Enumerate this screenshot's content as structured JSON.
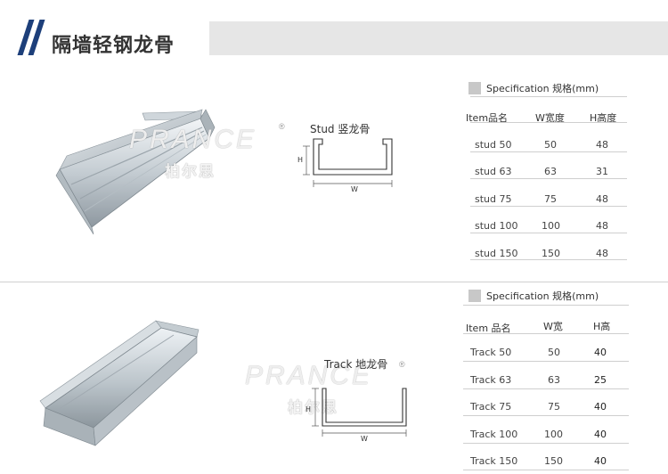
{
  "header": {
    "title": "隔墙轻钢龙骨"
  },
  "watermark": {
    "brand": "PRANCE",
    "brand_cn": "柏尔思",
    "registered": "®"
  },
  "stud_section": {
    "diagram_title": "Stud 竖龙骨",
    "h_label": "H",
    "w_label": "W",
    "spec_title": "Specification 规格(mm)",
    "columns": [
      "Item品名",
      "W宽度",
      "H高度"
    ],
    "rows": [
      {
        "item": "stud 50",
        "w": "50",
        "h": "48"
      },
      {
        "item": "stud 63",
        "w": "63",
        "h": "31"
      },
      {
        "item": "stud 75",
        "w": "75",
        "h": "48"
      },
      {
        "item": "stud 100",
        "w": "100",
        "h": "48"
      },
      {
        "item": "stud 150",
        "w": "150",
        "h": "48"
      }
    ]
  },
  "track_section": {
    "diagram_title": "Track 地龙骨",
    "h_label": "H",
    "w_label": "W",
    "spec_title": "Specification 规格(mm)",
    "columns": [
      "Item 品名",
      "W宽",
      "H高"
    ],
    "rows": [
      {
        "item": "Track  50",
        "w": "50",
        "h": "40"
      },
      {
        "item": "Track  63",
        "w": "63",
        "h": "25"
      },
      {
        "item": "Track 75",
        "w": "75",
        "h": "40"
      },
      {
        "item": "Track 100",
        "w": "100",
        "h": "40"
      },
      {
        "item": "Track 150",
        "w": "150",
        "h": "40"
      }
    ]
  },
  "colors": {
    "accent": "#1d3f7a",
    "title_bar": "#e6e6e6",
    "steel_light": "#dfe5ea",
    "steel_dark": "#8f9aa3"
  }
}
